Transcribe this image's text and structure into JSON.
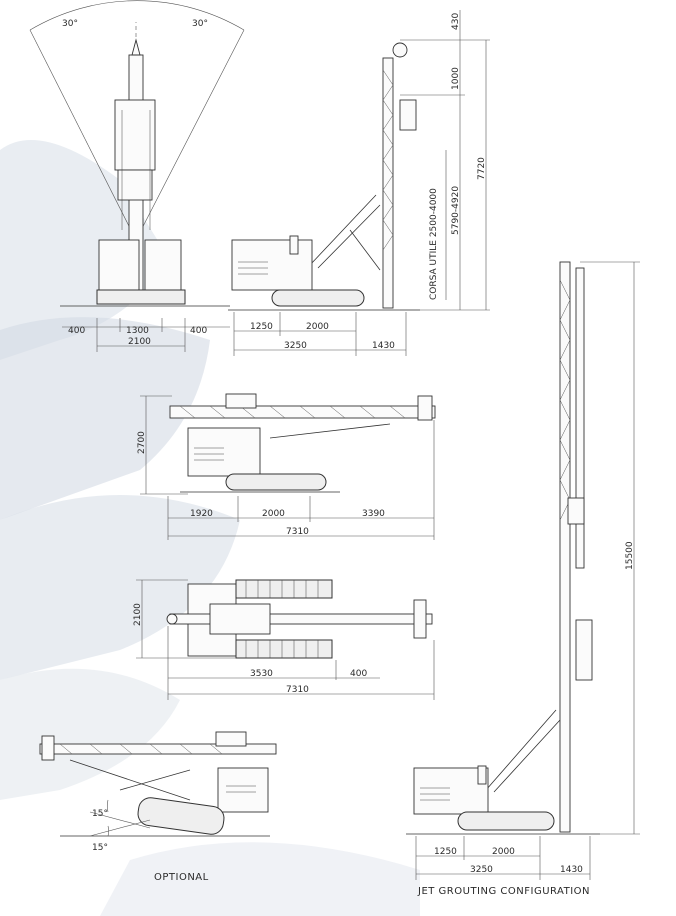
{
  "background": {
    "accent": "#d6dde6"
  },
  "front_view": {
    "angle_left": "30°",
    "angle_right": "30°",
    "dims": {
      "left": "400",
      "middle": "1300",
      "right": "400",
      "total": "2100"
    }
  },
  "side_view": {
    "right_vert": {
      "top": "430",
      "upper": "1000",
      "overall": "7720"
    },
    "mast": {
      "stroke_label": "CORSA UTILE 2500-4000",
      "range": "5790-4920"
    },
    "bottom": {
      "a": "1250",
      "b": "2000",
      "total": "3250",
      "overhang": "1430"
    }
  },
  "transport_view": {
    "height": "2700",
    "dims": {
      "a": "1920",
      "b": "2000",
      "c": "3390",
      "total": "7310"
    }
  },
  "top_view": {
    "width": "2100",
    "dims": {
      "a": "3530",
      "b": "400",
      "total": "7310"
    }
  },
  "optional_view": {
    "caption": "OPTIONAL",
    "angle_upper": "15°",
    "angle_lower": "15°"
  },
  "jet_view": {
    "caption": "JET GROUTING CONFIGURATION",
    "height": "15500",
    "dims": {
      "a": "1250",
      "b": "2000",
      "total": "3250",
      "overhang": "1430"
    }
  }
}
